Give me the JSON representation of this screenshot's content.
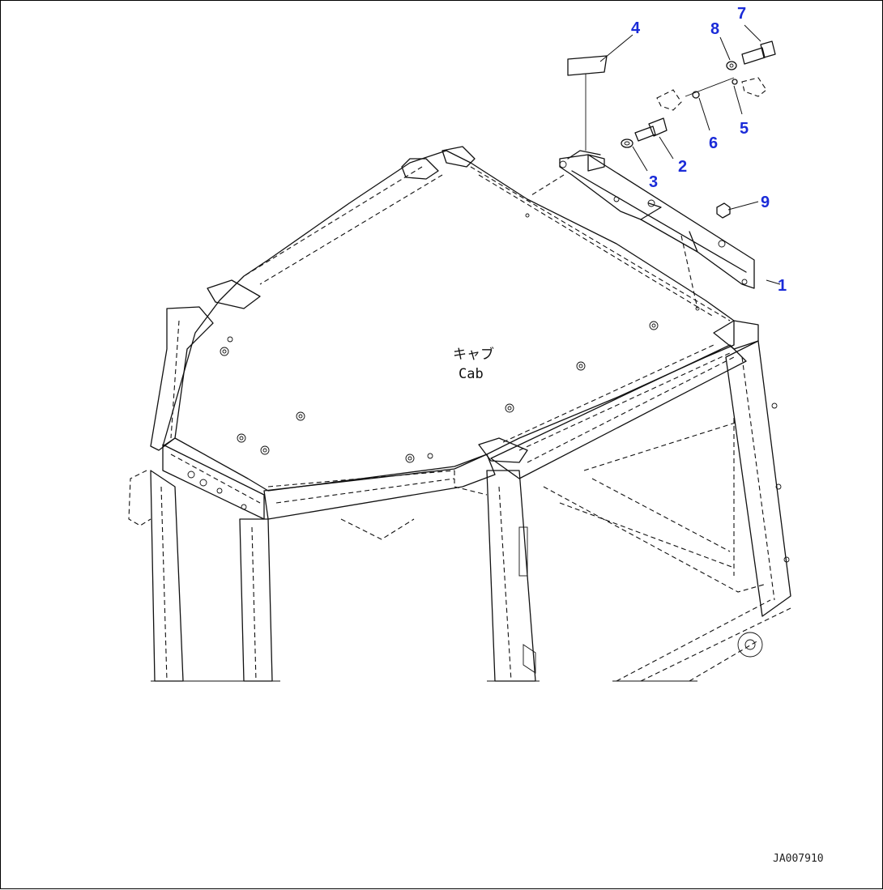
{
  "drawing": {
    "cab_label_jp": "キャブ",
    "cab_label_en": "Cab",
    "drawing_code": "JA007910"
  },
  "callouts": [
    {
      "id": "callout-1",
      "label": "1"
    },
    {
      "id": "callout-2",
      "label": "2"
    },
    {
      "id": "callout-3",
      "label": "3"
    },
    {
      "id": "callout-4",
      "label": "4"
    },
    {
      "id": "callout-5",
      "label": "5"
    },
    {
      "id": "callout-6",
      "label": "6"
    },
    {
      "id": "callout-7",
      "label": "7"
    },
    {
      "id": "callout-8",
      "label": "8"
    },
    {
      "id": "callout-9",
      "label": "9"
    }
  ],
  "colors": {
    "callout": "#1a2bd8",
    "line": "#111111",
    "background": "#ffffff"
  }
}
